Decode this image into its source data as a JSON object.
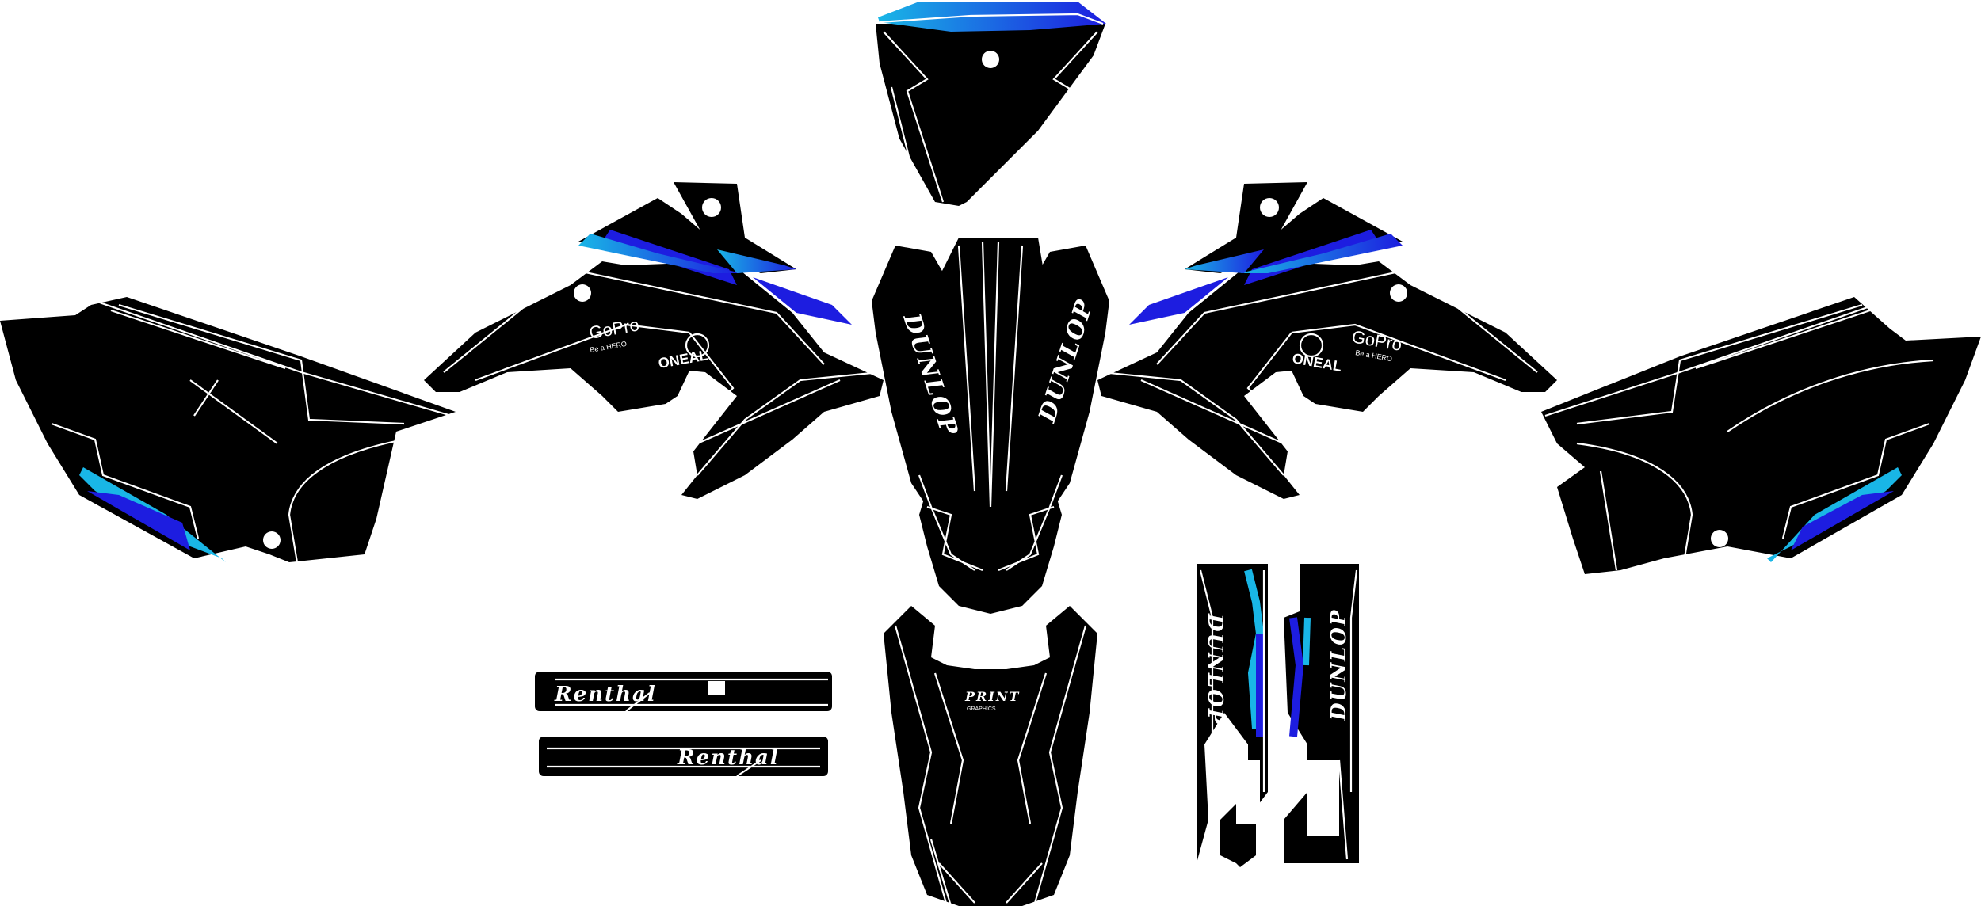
{
  "decals": {
    "fender_brand": "DUNLOP",
    "fork_brand": "DUNLOP",
    "sponsor_gopro": "GoPro",
    "sponsor_gopro_tag": "Be a HERO",
    "sponsor_oneal": "ONEAL",
    "sponsor_renthal": "Renthal",
    "sponsor_print": "PRINT",
    "sponsor_print_sub": "GRAPHICS"
  },
  "colors": {
    "base": "#000000",
    "accent_cyan": "#19b6e6",
    "accent_blue": "#1d1de0",
    "line": "#ffffff"
  }
}
